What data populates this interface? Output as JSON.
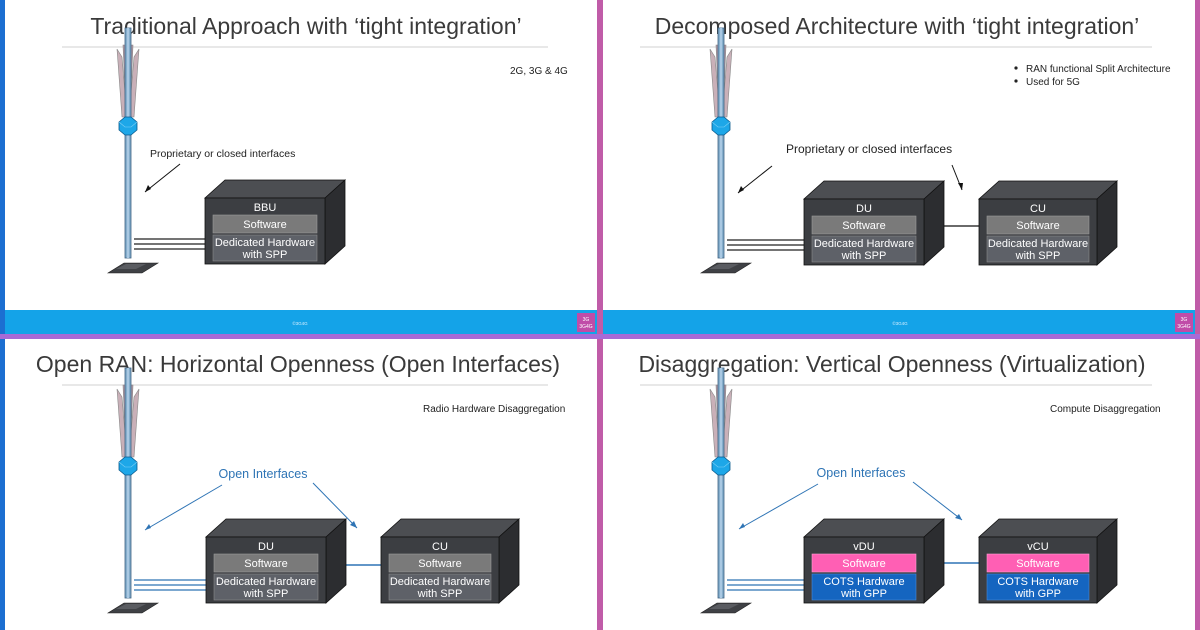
{
  "colors": {
    "left_accent": "#1c6fd1",
    "divider_accent": "#c05ca8",
    "footer_bar": "#14a3e8",
    "software_plain": "#7a7a7a",
    "software_virtual": "#ff5fb4",
    "hardware_plain": "#5e6168",
    "hardware_cots": "#1565c0",
    "open_interface_text": "#2e74b5"
  },
  "panels": [
    {
      "title": "Traditional Approach with ‘tight integration’",
      "note": "2G, 3G & 4G",
      "annotation": "Proprietary or closed interfaces",
      "footer": "©3G4G",
      "boxes": [
        {
          "name": "BBU",
          "software": "Software",
          "hardware_line1": "Dedicated Hardware",
          "hardware_line2": "with SPP"
        }
      ]
    },
    {
      "title": "Decomposed Architecture with ‘tight integration’",
      "bullets": [
        "RAN functional Split Architecture",
        "Used for 5G"
      ],
      "annotation": "Proprietary or closed interfaces",
      "footer": "©3G4G",
      "boxes": [
        {
          "name": "DU",
          "software": "Software",
          "hardware_line1": "Dedicated Hardware",
          "hardware_line2": "with SPP"
        },
        {
          "name": "CU",
          "software": "Software",
          "hardware_line1": "Dedicated Hardware",
          "hardware_line2": "with SPP"
        }
      ]
    },
    {
      "title": "Open RAN: Horizontal Openness (Open Interfaces)",
      "note": "Radio Hardware Disaggregation",
      "annotation": "Open Interfaces",
      "boxes": [
        {
          "name": "DU",
          "software": "Software",
          "hardware_line1": "Dedicated Hardware",
          "hardware_line2": "with SPP"
        },
        {
          "name": "CU",
          "software": "Software",
          "hardware_line1": "Dedicated Hardware",
          "hardware_line2": "with SPP"
        }
      ]
    },
    {
      "title": "Disaggregation: Vertical Openness (Virtualization)",
      "note": "Compute Disaggregation",
      "annotation": "Open Interfaces",
      "boxes": [
        {
          "name": "vDU",
          "software": "Software",
          "hardware_line1": "COTS Hardware",
          "hardware_line2": "with GPP"
        },
        {
          "name": "vCU",
          "software": "Software",
          "hardware_line1": "COTS Hardware",
          "hardware_line2": "with GPP"
        }
      ]
    }
  ],
  "logo": {
    "line1": "3G",
    "line2": "3G4G"
  }
}
